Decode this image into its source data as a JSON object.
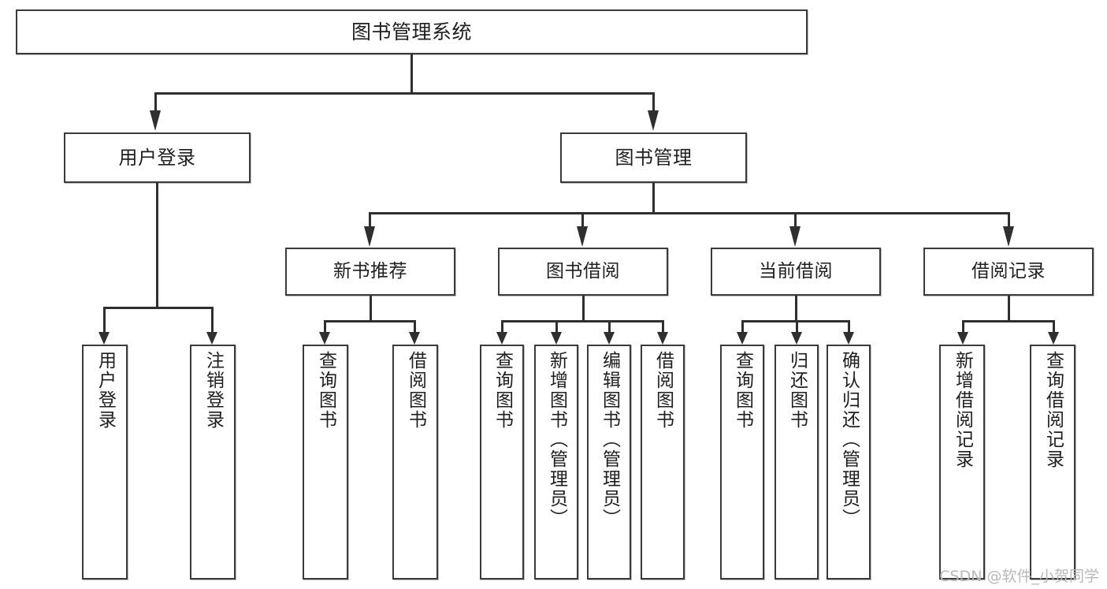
{
  "diagram": {
    "title": "图书管理系统",
    "type": "functional-structure-tree",
    "root": {
      "label": "图书管理系统"
    },
    "level2": [
      {
        "label": "用户登录"
      },
      {
        "label": "图书管理"
      }
    ],
    "level3": [
      {
        "label": "新书推荐"
      },
      {
        "label": "图书借阅"
      },
      {
        "label": "当前借阅"
      },
      {
        "label": "借阅记录"
      }
    ],
    "leaves": {
      "user_login": [
        {
          "label": "用户登录"
        },
        {
          "label": "注销登录"
        }
      ],
      "new_book_recommend": [
        {
          "label": "查询图书"
        },
        {
          "label": "借阅图书"
        }
      ],
      "book_borrow": [
        {
          "label": "查询图书"
        },
        {
          "label": "新增图书（管理员）"
        },
        {
          "label": "编辑图书（管理员）"
        },
        {
          "label": "借阅图书"
        }
      ],
      "current_borrow": [
        {
          "label": "查询图书"
        },
        {
          "label": "归还图书"
        },
        {
          "label": "确认归还（管理员）"
        }
      ],
      "borrow_record": [
        {
          "label": "新增借阅记录"
        },
        {
          "label": "查询借阅记录"
        }
      ]
    }
  },
  "watermark": {
    "text": "CSDN @软件_小贺同学"
  },
  "colors": {
    "box_border": "#3b3b3b",
    "connector": "#2f2f2f",
    "text": "#1f1f1f",
    "background": "#ffffff",
    "watermark": "#b9b9b9"
  }
}
